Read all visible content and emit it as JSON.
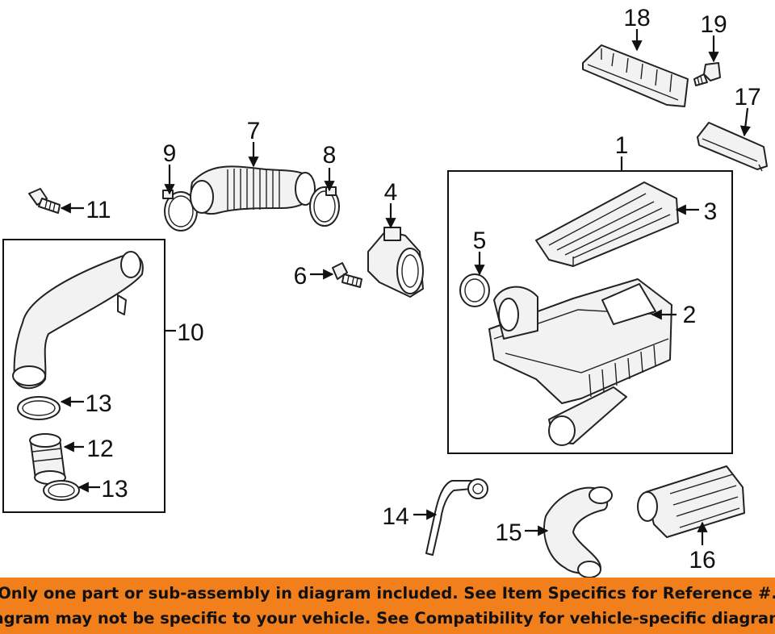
{
  "callouts": {
    "c1": "1",
    "c2": "2",
    "c3": "3",
    "c4": "4",
    "c5": "5",
    "c6": "6",
    "c7": "7",
    "c8": "8",
    "c9": "9",
    "c10": "10",
    "c11": "11",
    "c12": "12",
    "c13a": "13",
    "c13b": "13",
    "c14": "14",
    "c15": "15",
    "c16": "16",
    "c17": "17",
    "c18": "18",
    "c19": "19"
  },
  "banner": {
    "line1": "Only one part or sub-assembly in diagram included. See Item Specifics for Reference #.",
    "line2": "Diagram may not be specific to your vehicle. See Compatibility for vehicle-specific diagrams.",
    "color": "#f07f1c"
  }
}
